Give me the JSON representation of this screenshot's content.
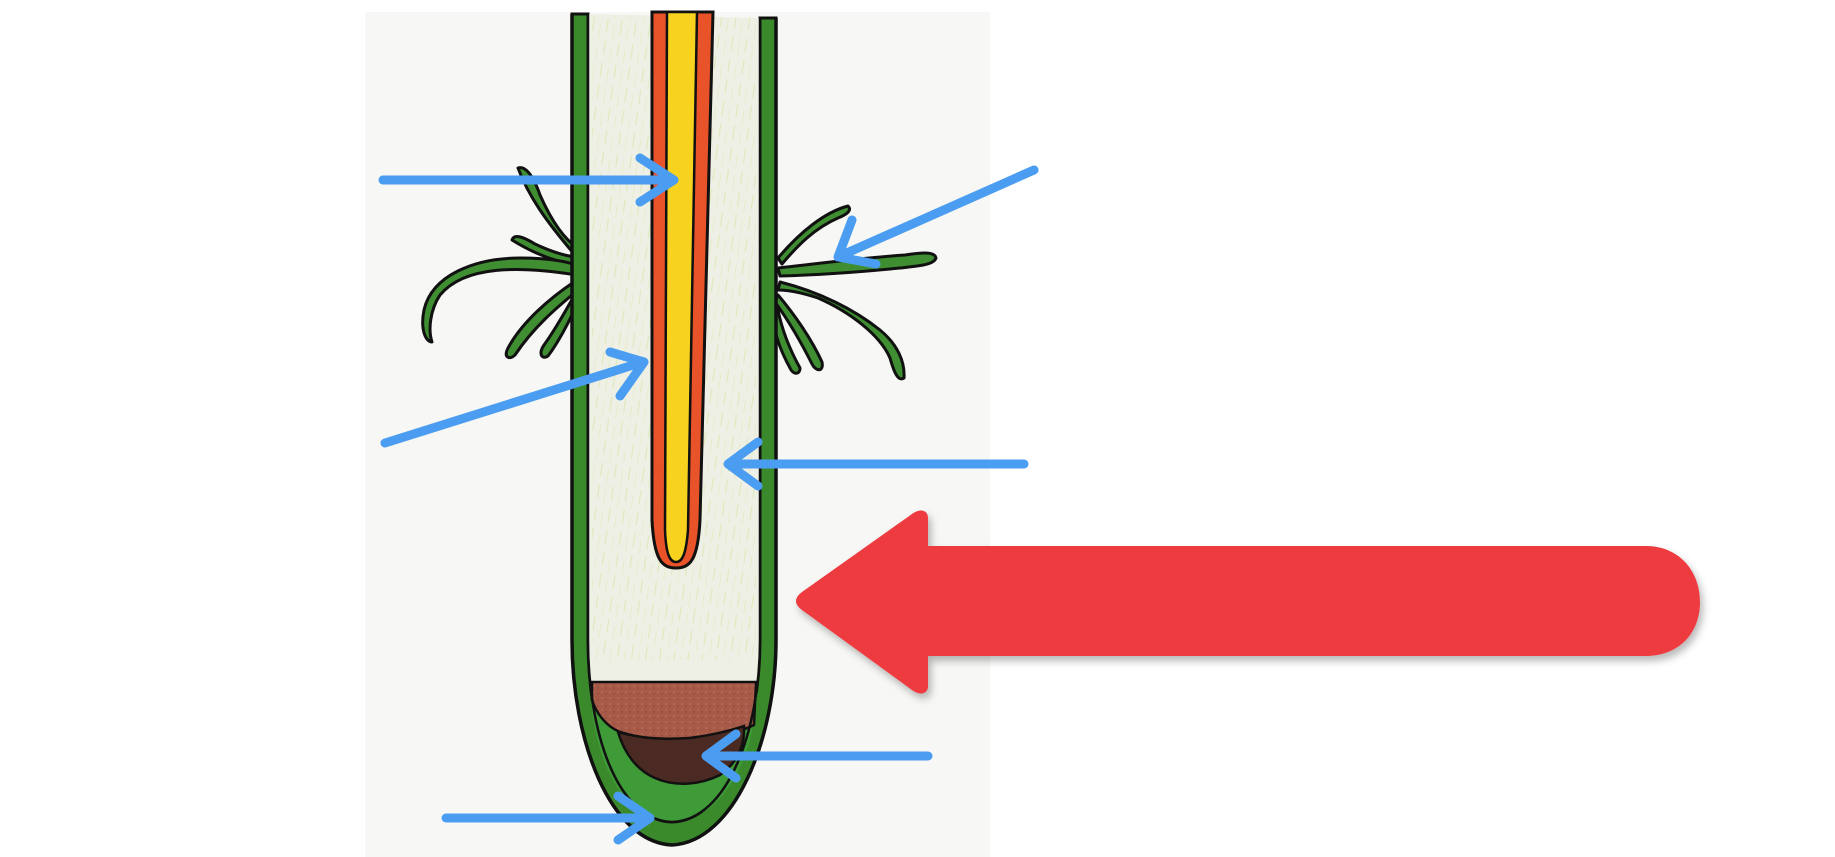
{
  "diagram": {
    "subject": "root-tip-cross-section",
    "colors": {
      "background": "#ffffff",
      "paper": "#f7f7f5",
      "cortex_fill": "#eef0e6",
      "cortex_tint": "#d4e39a",
      "epidermis": "#3a8a2c",
      "root_hair": "#3f8f32",
      "phloem_orange": "#e8532a",
      "xylem_yellow": "#f7d21e",
      "root_cap_green": "#3f9b37",
      "meristem_brown": "#a85a48",
      "meristem_dark": "#4a2a22",
      "outline": "#111111",
      "label_arrow": "#4a9df0",
      "highlight_arrow": "#ee3a41"
    },
    "label_arrows": [
      {
        "id": "arrow-upper-left",
        "target": "vascular-strand",
        "direction": "right"
      },
      {
        "id": "arrow-upper-right",
        "target": "root-hair",
        "direction": "left"
      },
      {
        "id": "arrow-middle-left",
        "target": "xylem",
        "direction": "right"
      },
      {
        "id": "arrow-middle-right",
        "target": "cortex",
        "direction": "left"
      },
      {
        "id": "arrow-lower-right",
        "target": "meristem",
        "direction": "left"
      },
      {
        "id": "arrow-lower-left",
        "target": "root-cap",
        "direction": "right"
      }
    ],
    "highlight_arrow": {
      "id": "big-red-arrow",
      "target": "epidermis",
      "direction": "left"
    }
  }
}
